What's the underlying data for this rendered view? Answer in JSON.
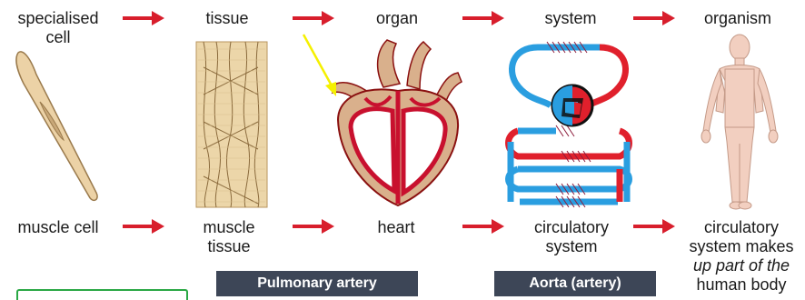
{
  "top_labels": [
    "specialised cell",
    "tissue",
    "organ",
    "system",
    "organism"
  ],
  "top_label_lines": {
    "specialised": "specialised",
    "cell": "cell"
  },
  "bottom_labels": {
    "cell": "muscle cell",
    "tissue_1": "muscle",
    "tissue_2": "tissue",
    "organ": "heart",
    "system_1": "circulatory",
    "system_2": "system",
    "organism_1": "circulatory",
    "organism_2": "system makes",
    "organism_3": "up part of the",
    "organism_4": "human body"
  },
  "tags": {
    "pulmonary": "Pulmonary artery",
    "aorta": "Aorta (artery)"
  },
  "colors": {
    "arrow": "#d81e2c",
    "muscle": "#e8c99a",
    "heart_red": "#c8102e",
    "heart_tan": "#d9b08c",
    "vessel_blue": "#2a9ee0",
    "vessel_red": "#e0202c",
    "body": "#f2cfc0",
    "pointer": "#f5f000"
  }
}
